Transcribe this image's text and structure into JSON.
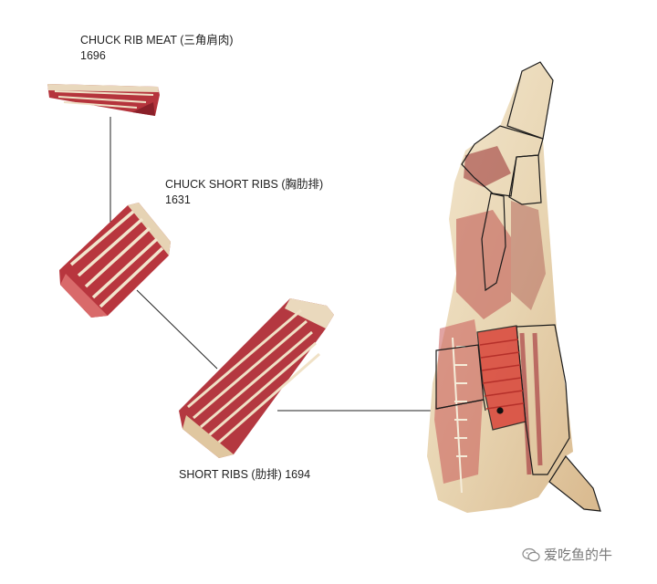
{
  "labels": {
    "chuck_rib_meat": {
      "name": "CHUCK RIB MEAT (三角肩肉)",
      "code": "1696"
    },
    "chuck_short_ribs": {
      "name": "CHUCK SHORT RIBS (胸肋排)",
      "code": "1631"
    },
    "short_ribs": {
      "name": "SHORT RIBS (肋排)",
      "code": "1694"
    }
  },
  "watermark": {
    "text": "爱吃鱼的牛",
    "icon": "wechat-icon"
  },
  "colors": {
    "highlight": "#d9453a",
    "meat_red": "#b8323a",
    "fat_cream": "#efe2c8",
    "outline": "#1a1a1a"
  }
}
